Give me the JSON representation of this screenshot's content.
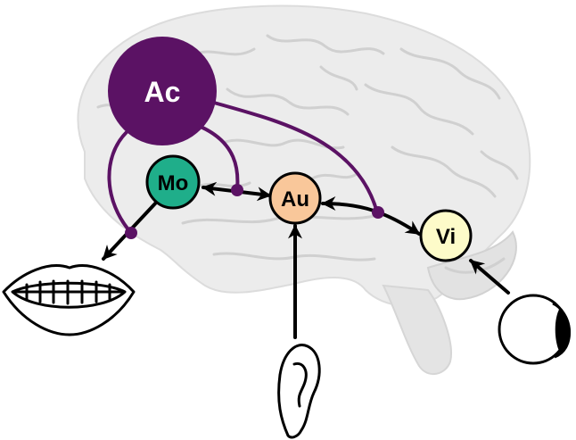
{
  "nodes": {
    "ac": {
      "label": "Ac",
      "fill": "#5b1264"
    },
    "mo": {
      "label": "Mo",
      "fill": "#1fae8a"
    },
    "au": {
      "label": "Au",
      "fill": "#f9c79a"
    },
    "vi": {
      "label": "Vi",
      "fill": "#fdfbc9"
    }
  },
  "colors": {
    "brain": "#ececec",
    "brain_folds": "#d0d0d0",
    "connection": "#5b1264",
    "arrow": "#000000"
  },
  "icons": [
    "mouth-icon",
    "ear-icon",
    "eye-icon"
  ]
}
